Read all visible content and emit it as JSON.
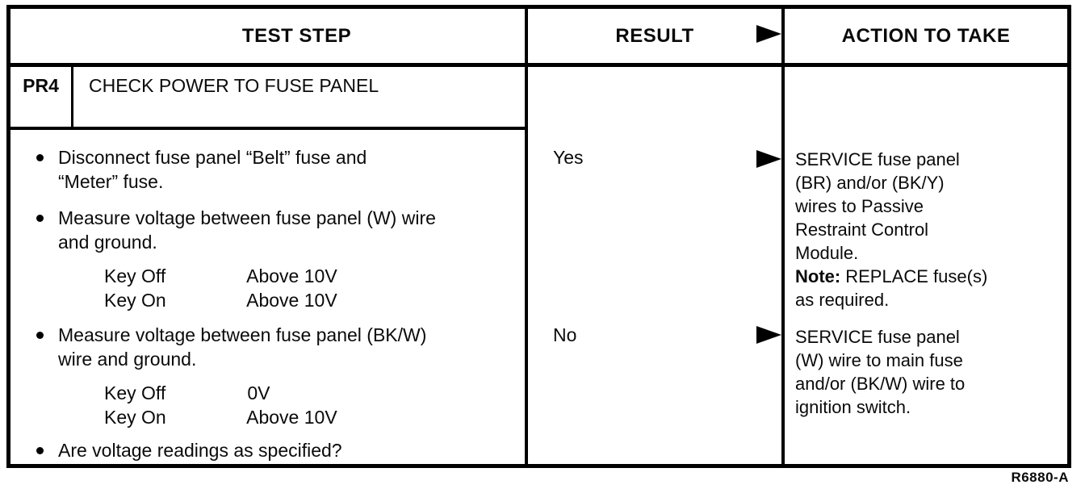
{
  "header": {
    "test_step": "TEST STEP",
    "result": "RESULT",
    "action_to_take": "ACTION TO TAKE"
  },
  "step": {
    "id": "PR4",
    "title": "CHECK POWER TO FUSE PANEL"
  },
  "test_steps": {
    "bullet1": {
      "line1": "Disconnect fuse panel “Belt” fuse and",
      "line2": "“Meter” fuse."
    },
    "bullet2": {
      "line1": "Measure voltage between fuse panel (W) wire",
      "line2": "and ground."
    },
    "readings1": {
      "row1": {
        "key": "Key Off",
        "value": "Above 10V"
      },
      "row2": {
        "key": "Key On",
        "value": "Above 10V"
      }
    },
    "bullet3": {
      "line1": "Measure voltage between fuse panel (BK/W)",
      "line2": "wire and ground."
    },
    "readings2": {
      "row1": {
        "key": "Key Off",
        "value": "0V"
      },
      "row2": {
        "key": "Key On",
        "value": "Above 10V"
      }
    },
    "bullet4": {
      "line1": "Are voltage readings as specified?"
    }
  },
  "results": {
    "yes": {
      "label": "Yes",
      "action_lines": [
        "SERVICE fuse panel",
        "(BR) and/or (BK/Y)",
        "wires to Passive",
        "Restraint Control",
        "Module."
      ],
      "note": {
        "label": "Note:",
        "text": "REPLACE fuse(s)",
        "continuation": "as required."
      }
    },
    "no": {
      "label": "No",
      "action_lines": [
        "SERVICE fuse panel",
        "(W) wire to main fuse",
        "and/or (BK/W) wire to",
        "ignition switch."
      ]
    }
  },
  "figure_ref": "R6880-A"
}
